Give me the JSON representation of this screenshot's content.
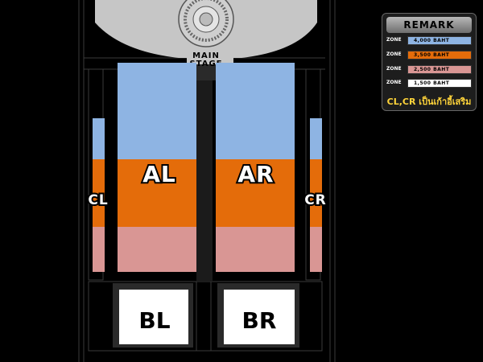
{
  "stage": {
    "line1": "MAIN",
    "line2": "STAGE"
  },
  "zones": [
    {
      "id": "AL",
      "label": "AL"
    },
    {
      "id": "AR",
      "label": "AR"
    },
    {
      "id": "CL",
      "label": "CL"
    },
    {
      "id": "CR",
      "label": "CR"
    },
    {
      "id": "BL",
      "label": "BL"
    },
    {
      "id": "BR",
      "label": "BR"
    }
  ],
  "colors": {
    "tier_4000": "#8eb4e3",
    "tier_3500": "#e46c0a",
    "tier_2500": "#d99694",
    "tier_1500": "#ffffff",
    "background": "#000000",
    "note": "#ffd43a"
  },
  "legend": {
    "title": "REMARK",
    "items": [
      {
        "zone_label": "ZONE",
        "price": "4,000 BAHT",
        "color": "#8eb4e3"
      },
      {
        "zone_label": "ZONE",
        "price": "3,500 BAHT",
        "color": "#e46c0a"
      },
      {
        "zone_label": "ZONE",
        "price": "2,500 BAHT",
        "color": "#d99694"
      },
      {
        "zone_label": "ZONE",
        "price": "1,500 BAHT",
        "color": "#ffffff"
      }
    ],
    "note": "CL,CR เป็นเก้าอี้เสริม"
  }
}
